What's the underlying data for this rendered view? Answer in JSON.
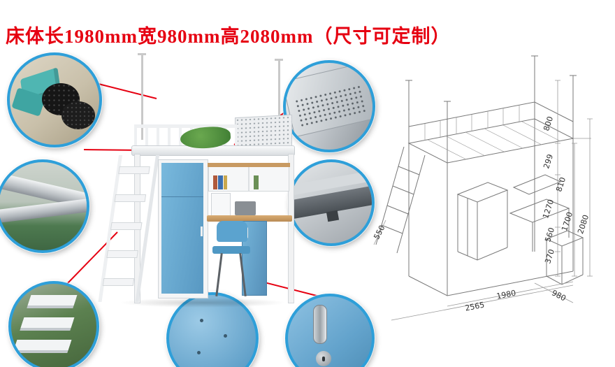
{
  "title": "床体长1980mm宽980mm高2080mm（尺寸可定制）",
  "colors": {
    "title_red": "#e60011",
    "connector_red": "#e60011",
    "circle_border": "#2e9fd9",
    "door_blue": "#68aed6",
    "desk_wood": "#c89a62",
    "frame_white": "#f2f3f4",
    "wireframe_gray": "#787878"
  },
  "callouts": [
    {
      "name": "foot-pad-detail-photo"
    },
    {
      "name": "steel-tube-joint-detail-photo"
    },
    {
      "name": "ladder-step-detail-photo"
    },
    {
      "name": "perforated-panel-detail-photo"
    },
    {
      "name": "beam-bracket-detail-photo"
    },
    {
      "name": "door-panel-detail-photo"
    },
    {
      "name": "handle-and-lock-detail-photo"
    }
  ],
  "dims": [
    "800",
    "299",
    "810",
    "1270",
    "1700",
    "2080",
    "560",
    "370",
    "550",
    "2565",
    "1980",
    "980"
  ]
}
